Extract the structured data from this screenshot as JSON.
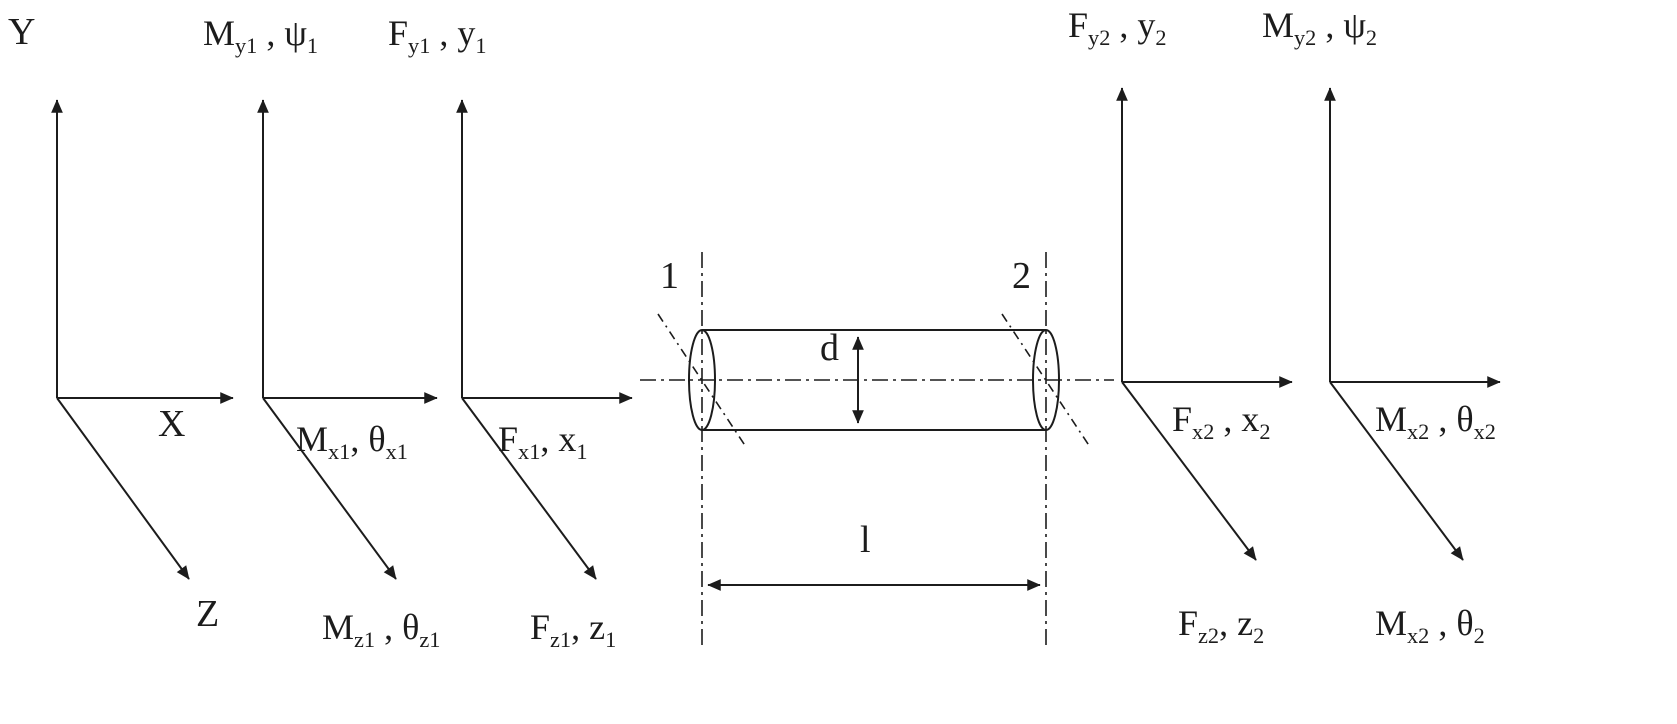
{
  "figure": {
    "description": "Shaft finite element with nodal force and moment degrees of freedom",
    "colors": {
      "ink": "#1c1c1c",
      "background": "#ffffff"
    },
    "global_axes": {
      "up": "Y",
      "right": "X",
      "diag": "Z"
    },
    "node1": {
      "moments": {
        "up": "M_{y1} , ψ_{1}",
        "right": "M_{x1}, θ_{x1}",
        "diag": "M_{z1} , θ_{z1}"
      },
      "forces": {
        "up": "F_{y1} , y_{1}",
        "right": "F_{x1}, x_{1}",
        "diag": "F_{z1}, z_{1}"
      }
    },
    "node2": {
      "forces": {
        "up": "F_{y2} , y_{2}",
        "right": "F_{x2} , x_{2}",
        "diag": "F_{z2}, z_{2}"
      },
      "moments": {
        "up": "M_{y2} , ψ_{2}",
        "right": "M_{x2} , θ_{x2}",
        "diag": "M_{x2} , θ_{2}"
      }
    },
    "shaft": {
      "section1": "1",
      "section2": "2",
      "diameter": "d",
      "length": "l"
    }
  }
}
